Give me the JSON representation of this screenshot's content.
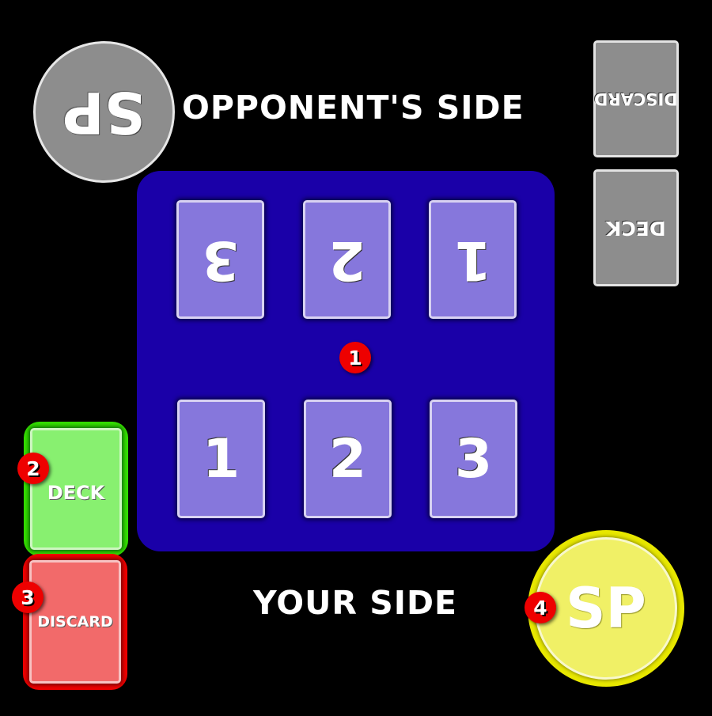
{
  "opponent": {
    "title": "OPPONENT'S SIDE",
    "sp_label": "SP",
    "discard_label": "DISCARD",
    "deck_label": "DECK",
    "cards": [
      "3",
      "2",
      "1"
    ]
  },
  "player": {
    "title": "YOUR SIDE",
    "sp_label": "SP",
    "deck_label": "DECK",
    "discard_label": "DISCARD",
    "cards": [
      "1",
      "2",
      "3"
    ]
  },
  "markers": {
    "board": "1",
    "deck": "2",
    "discard": "3",
    "sp": "4"
  },
  "colors": {
    "background": "#000000",
    "board": "#1a00a8",
    "card": "#8677dc",
    "deck_highlight": "#33dd00",
    "deck_card": "#88f070",
    "discard_highlight": "#ee0000",
    "discard_card": "#f26a6a",
    "sp_yellow": "#f0f066",
    "marker": "#ee0000"
  }
}
